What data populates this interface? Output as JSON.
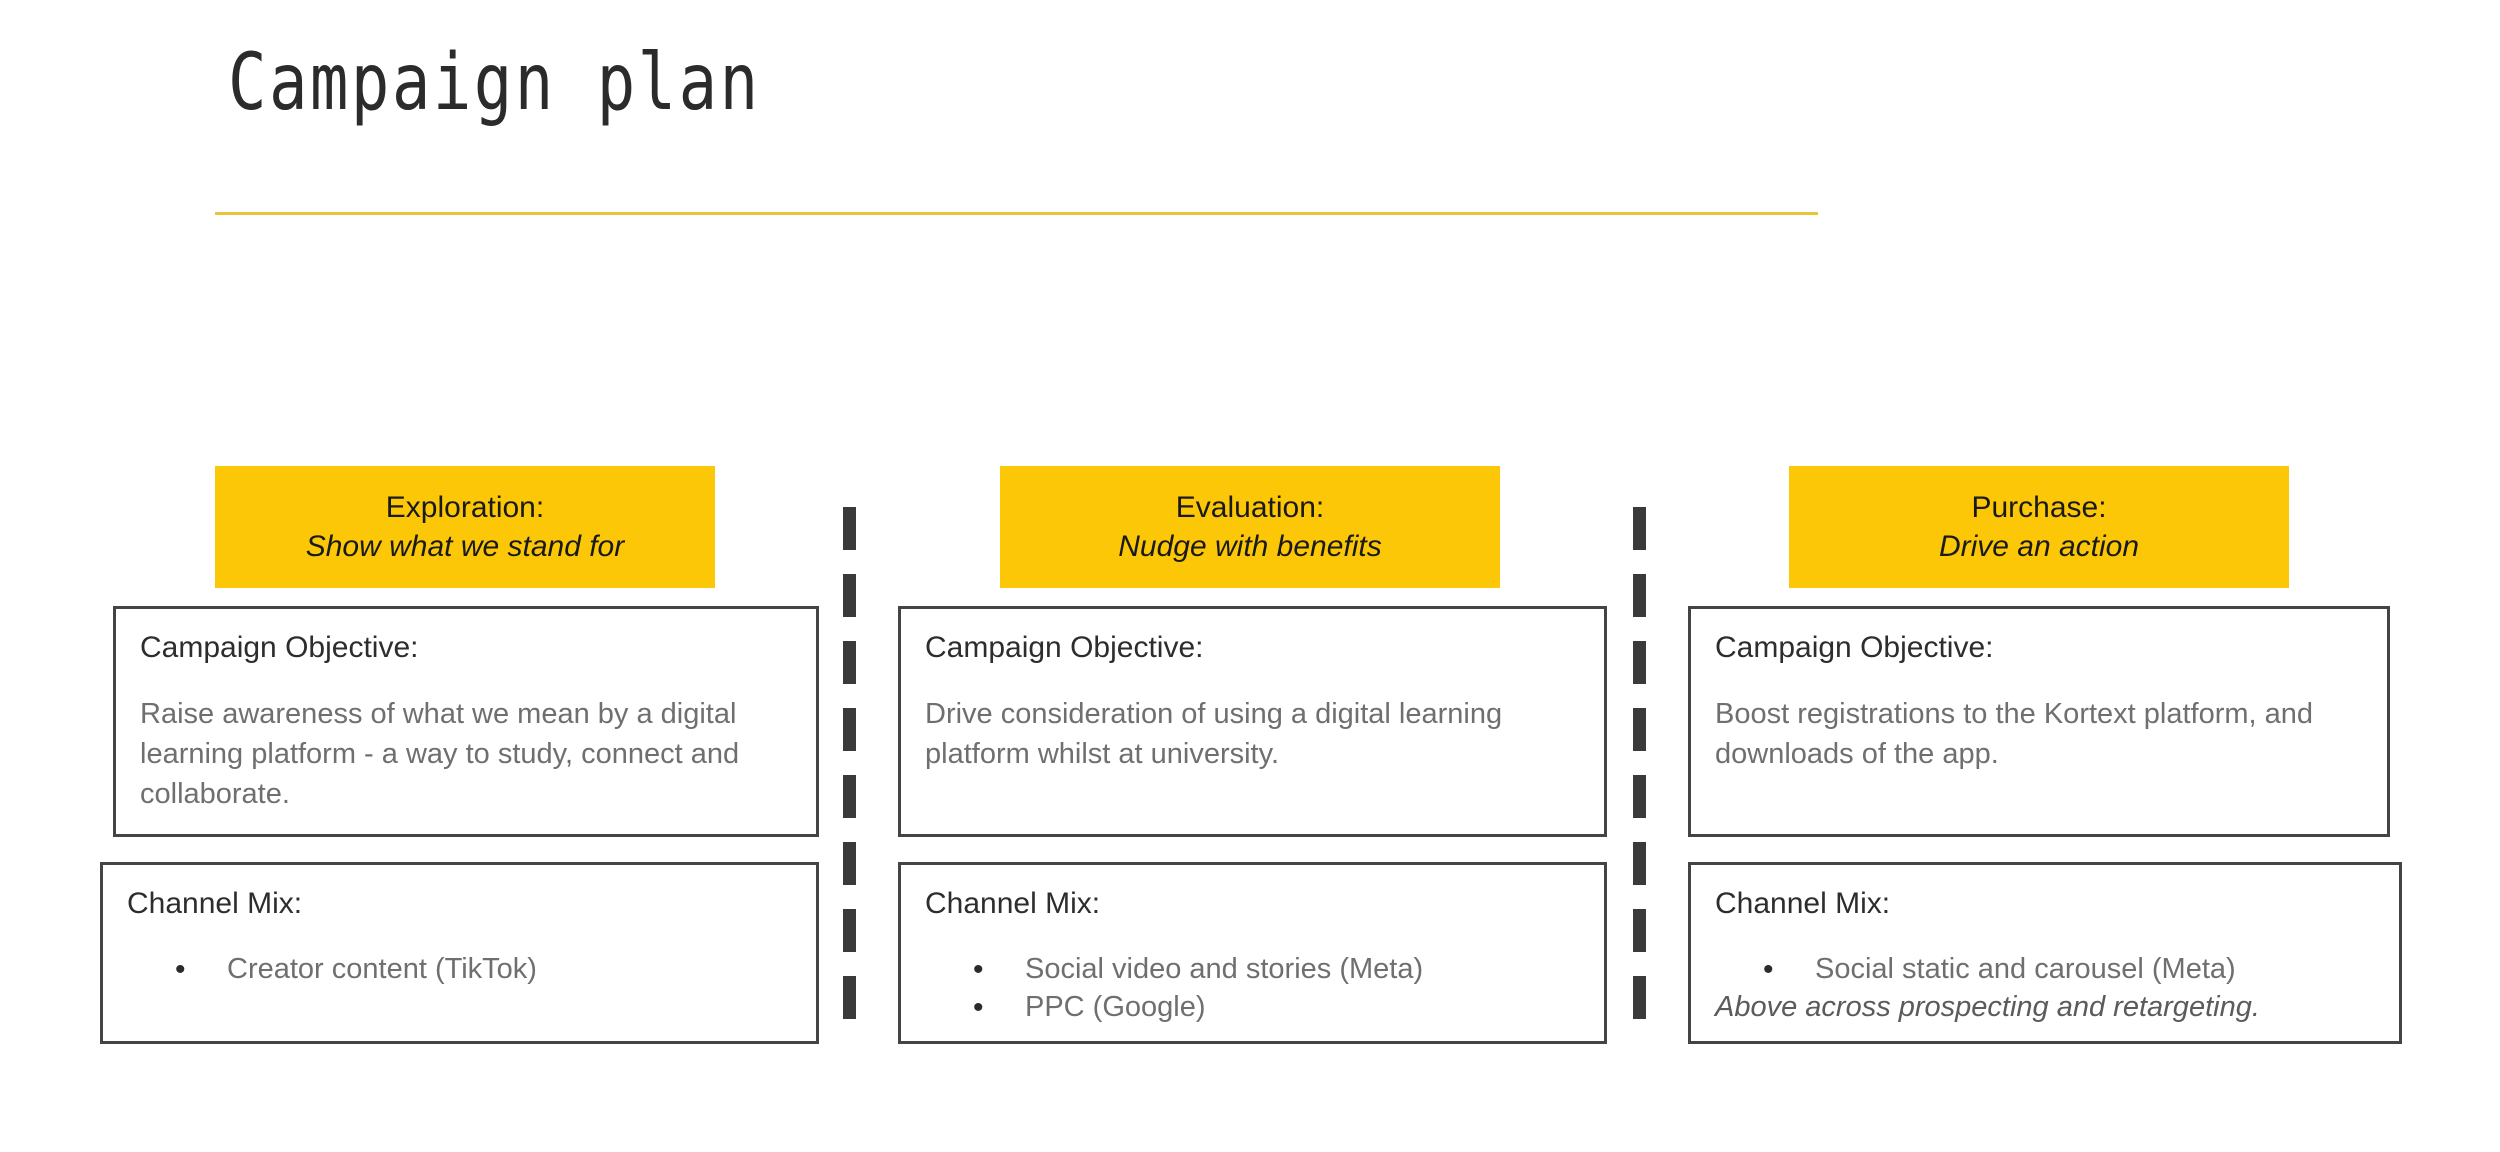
{
  "slide": {
    "title": "Campaign plan",
    "accent_color": "#fbc707",
    "rule_color": "#e8c53d",
    "divider_color": "#3a3a3a",
    "border_color": "#444444"
  },
  "columns": [
    {
      "stage_name": "Exploration:",
      "stage_tagline": "Show what we stand for",
      "objective_heading": "Campaign Objective:",
      "objective_body": "Raise awareness of what we mean by a digital learning platform - a way to study, connect and collaborate.",
      "channel_heading": "Channel Mix:",
      "channel_items": [
        "Creator content (TikTok)"
      ],
      "channel_note": ""
    },
    {
      "stage_name": "Evaluation:",
      "stage_tagline": "Nudge with benefits",
      "objective_heading": "Campaign Objective:",
      "objective_body": "Drive consideration of using a digital learning platform whilst at university.",
      "channel_heading": "Channel Mix:",
      "channel_items": [
        "Social video and stories (Meta)",
        "PPC (Google)"
      ],
      "channel_note": ""
    },
    {
      "stage_name": "Purchase:",
      "stage_tagline": "Drive an action",
      "objective_heading": "Campaign Objective:",
      "objective_body": "Boost registrations to the Kortext platform, and downloads of the app.",
      "channel_heading": "Channel Mix:",
      "channel_items": [
        "Social static and carousel (Meta)"
      ],
      "channel_note": "Above across prospecting and retargeting."
    }
  ]
}
